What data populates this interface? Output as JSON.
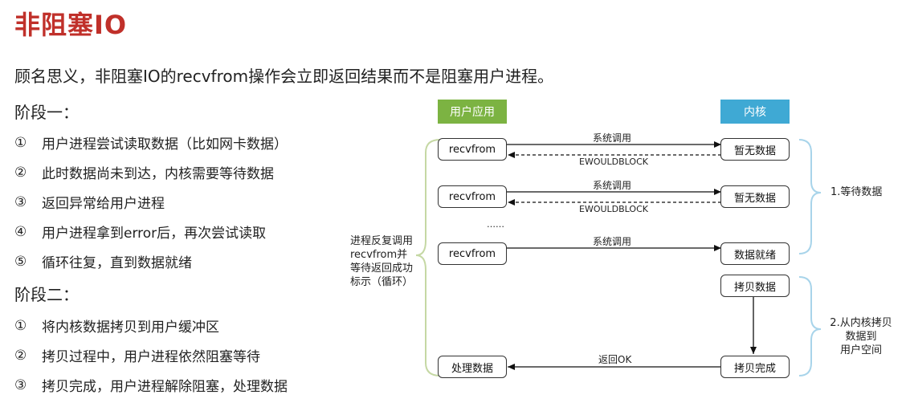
{
  "title": "非阻塞IO",
  "intro": "顾名思义，非阻塞IO的recvfrom操作会立即返回结果而不是阻塞用户进程。",
  "phase1": {
    "heading": "阶段一：",
    "steps": [
      {
        "num": "①",
        "text": "用户进程尝试读取数据（比如网卡数据）"
      },
      {
        "num": "②",
        "text": "此时数据尚未到达，内核需要等待数据"
      },
      {
        "num": "③",
        "text": "返回异常给用户进程"
      },
      {
        "num": "④",
        "text": "用户进程拿到error后，再次尝试读取"
      },
      {
        "num": "⑤",
        "text": "循环往复，直到数据就绪"
      }
    ]
  },
  "phase2": {
    "heading": "阶段二：",
    "steps": [
      {
        "num": "①",
        "text": "将内核数据拷贝到用户缓冲区"
      },
      {
        "num": "②",
        "text": "拷贝过程中，用户进程依然阻塞等待"
      },
      {
        "num": "③",
        "text": "拷贝完成，用户进程解除阻塞，处理数据"
      }
    ]
  },
  "diagram": {
    "user_header": "用户应用",
    "kernel_header": "内核",
    "user_header_color": "#7cb342",
    "kernel_header_color": "#3fa9d4",
    "recvfrom": "recvfrom",
    "no_data": "暂无数据",
    "data_ready": "数据就绪",
    "copy_data": "拷贝数据",
    "copy_done": "拷贝完成",
    "process_data": "处理数据",
    "syscall": "系统调用",
    "ewouldblock": "EWOULDBLOCK",
    "ellipsis": "……",
    "return_ok": "返回OK",
    "left_note": [
      "进程反复调用",
      "recvfrom并",
      "等待返回成功",
      "标示（循环）"
    ],
    "right_note_1": "1.等待数据",
    "right_note_2": [
      "2.从内核拷贝",
      "数据到",
      "用户空间"
    ]
  }
}
